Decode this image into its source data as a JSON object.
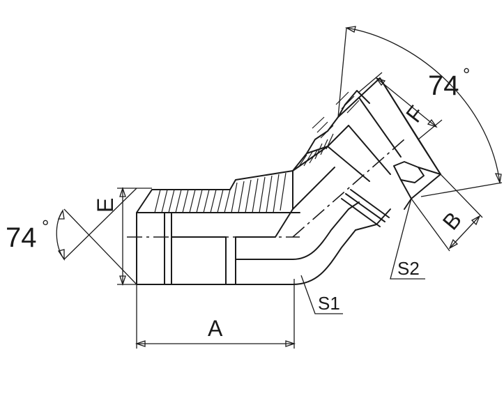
{
  "labels": {
    "angle_top": "74",
    "angle_left": "74",
    "degree_symbol": "°",
    "dim_a": "A",
    "dim_b": "B",
    "dim_e": "E",
    "dim_f": "F",
    "s1": "S1",
    "s2": "S2"
  },
  "colors": {
    "ink": "#1a1a1a",
    "background": "#ffffff"
  }
}
